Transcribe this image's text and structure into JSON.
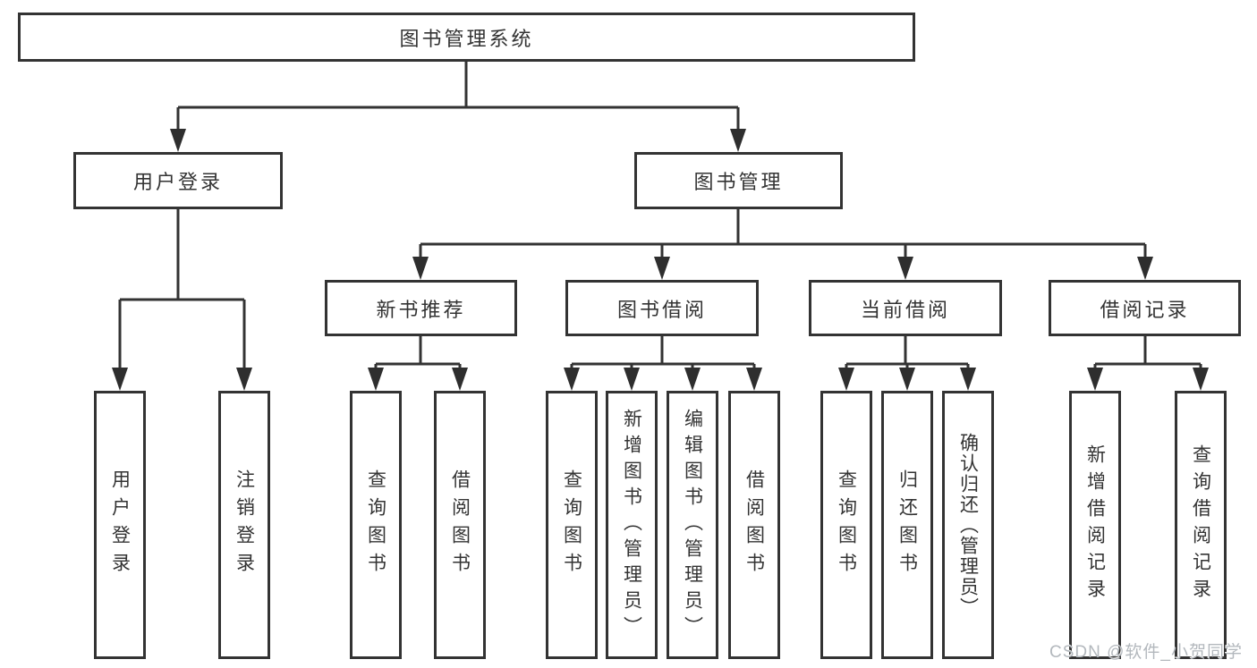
{
  "tree": {
    "label": "图书管理系统",
    "children": [
      {
        "label": "用户登录",
        "children": [
          {
            "label": "用户登录"
          },
          {
            "label": "注销登录"
          }
        ]
      },
      {
        "label": "图书管理",
        "children": [
          {
            "label": "新书推荐",
            "children": [
              {
                "label": "查询图书"
              },
              {
                "label": "借阅图书"
              }
            ]
          },
          {
            "label": "图书借阅",
            "children": [
              {
                "label": "查询图书"
              },
              {
                "label": "新增图书（管理员）"
              },
              {
                "label": "编辑图书（管理员）"
              },
              {
                "label": "借阅图书"
              }
            ]
          },
          {
            "label": "当前借阅",
            "children": [
              {
                "label": "查询图书"
              },
              {
                "label": "归还图书"
              },
              {
                "label": "确认归还（管理员）"
              }
            ]
          },
          {
            "label": "借阅记录",
            "children": [
              {
                "label": "新增借阅记录"
              },
              {
                "label": "查询借阅记录"
              }
            ]
          }
        ]
      }
    ]
  },
  "watermark": {
    "text": "CSDN @软件_小贺同学"
  },
  "colors": {
    "line": "#333333",
    "box_border": "#333333",
    "text": "#333333",
    "watermark": "#b3b8bd",
    "background": "#ffffff"
  }
}
